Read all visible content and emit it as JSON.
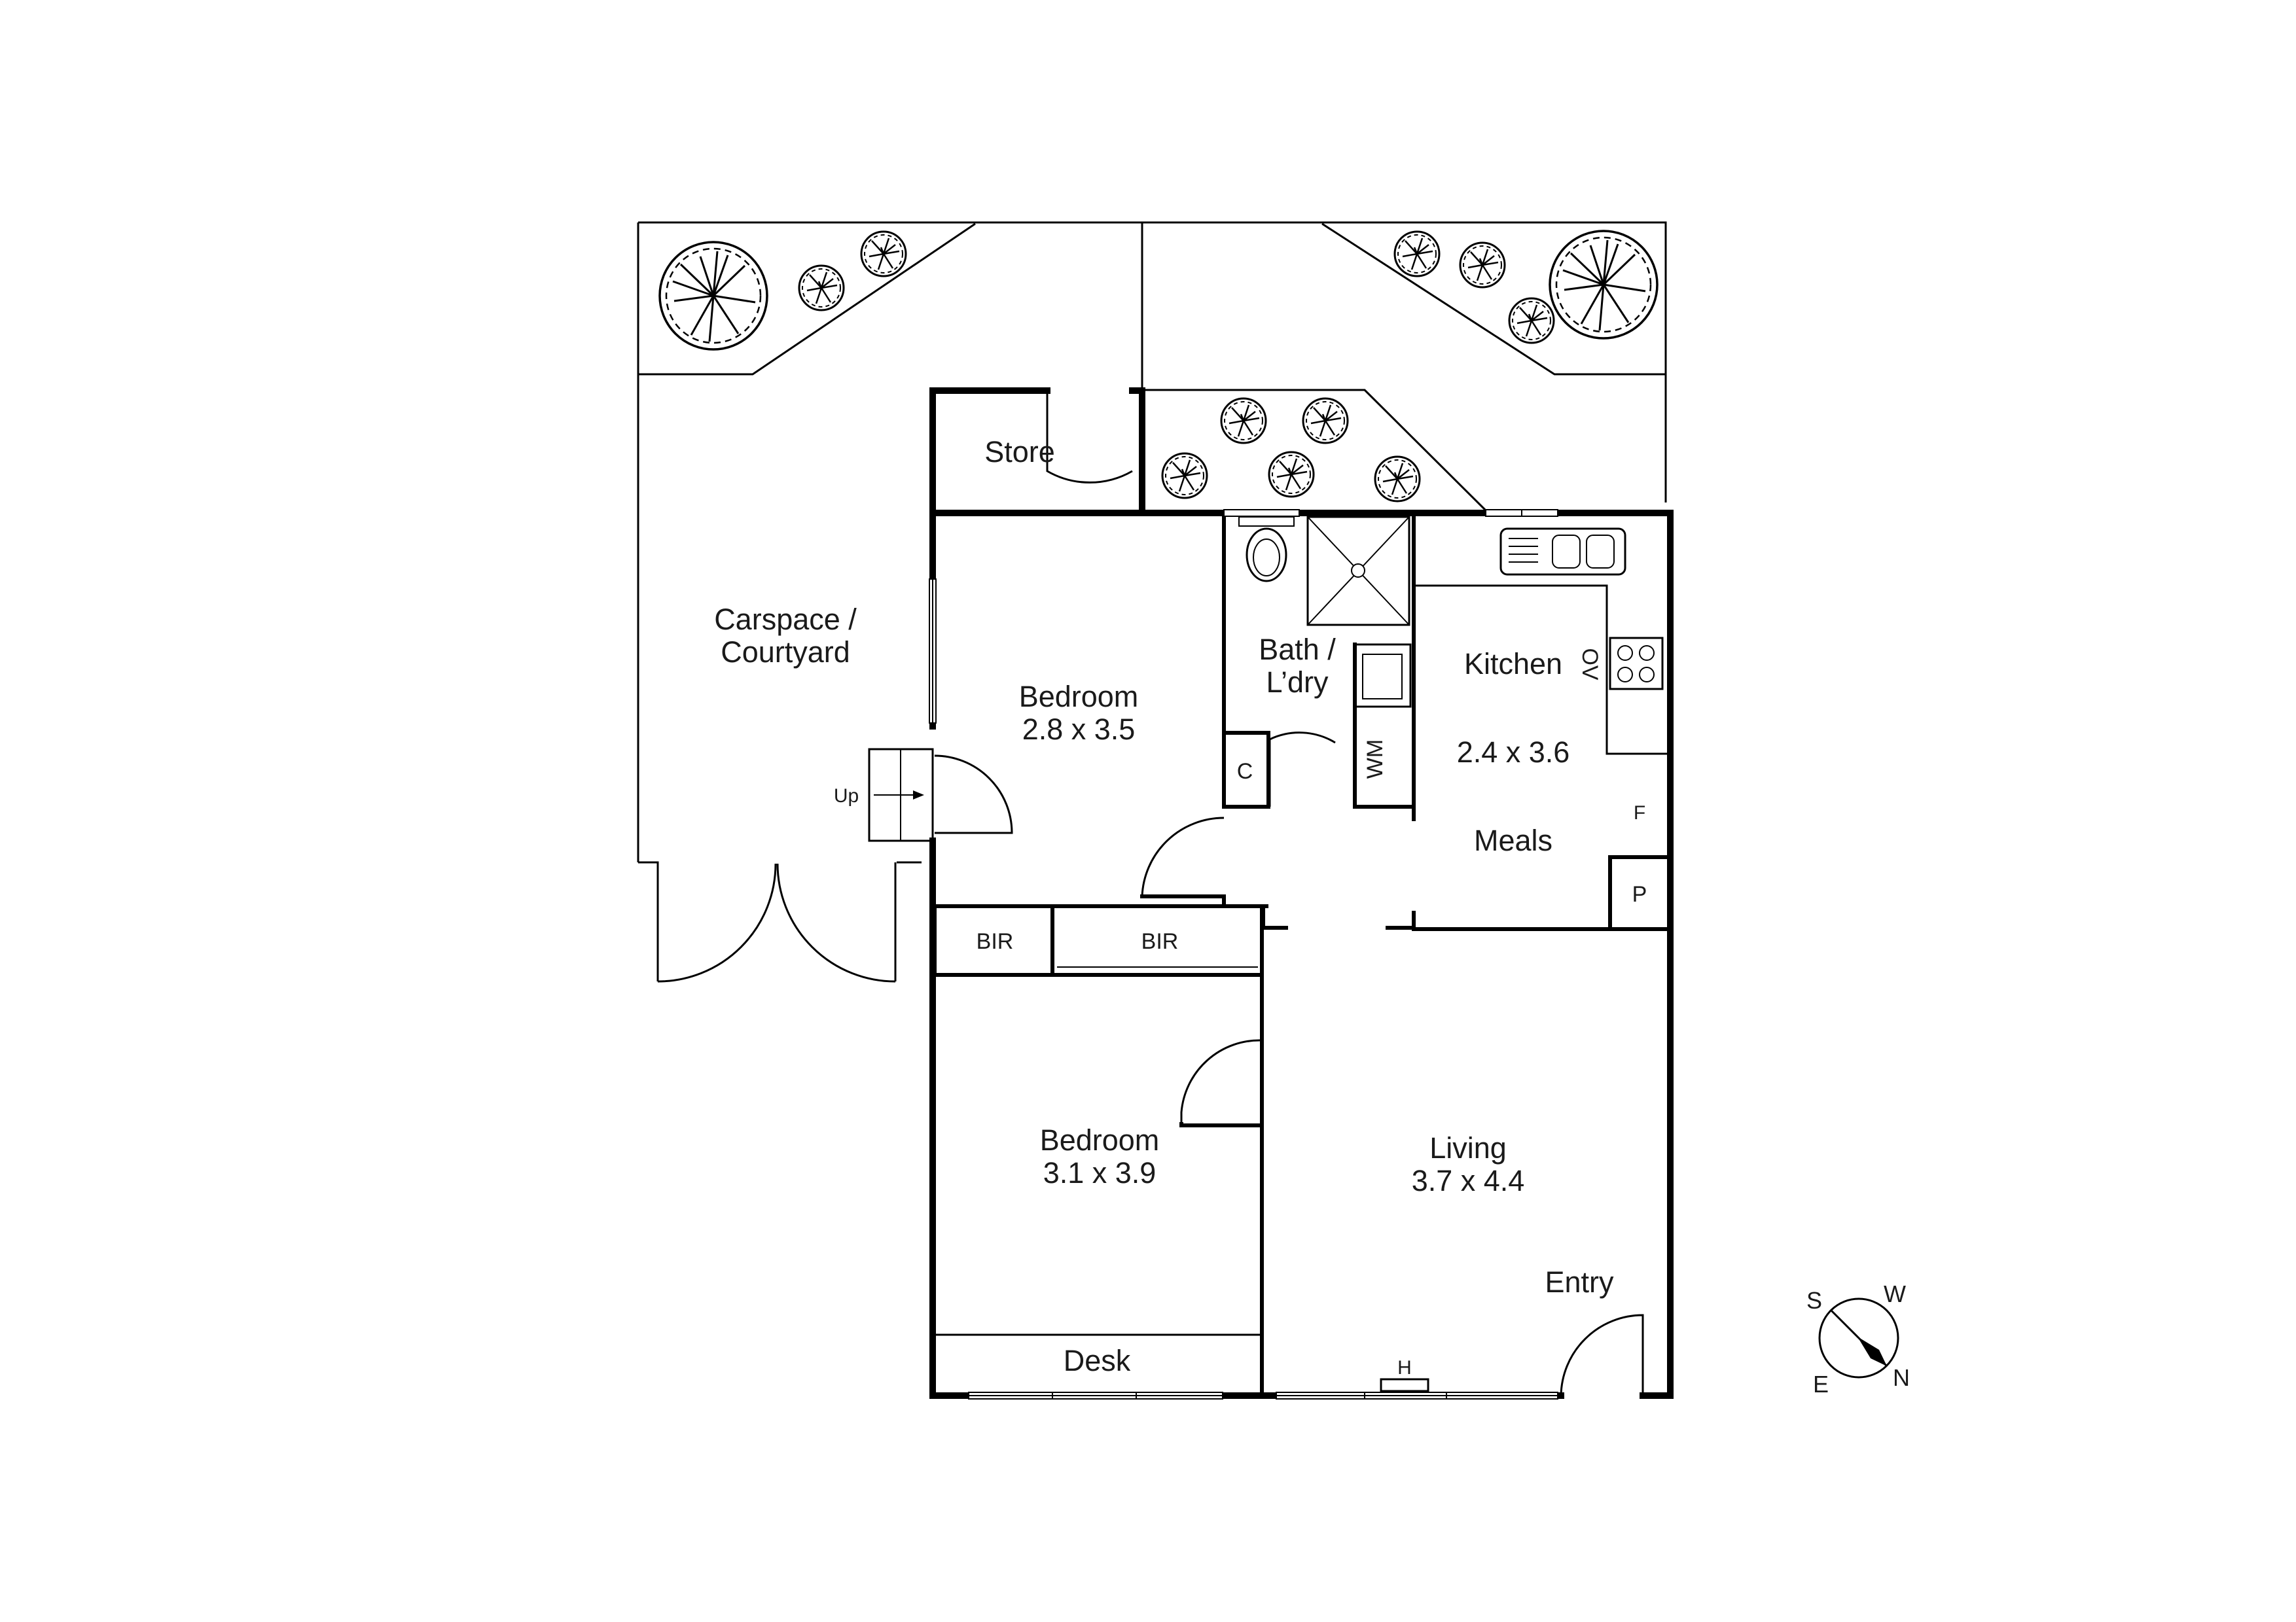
{
  "rooms": {
    "carspace": {
      "line1": "Carspace /",
      "line2": "Courtyard"
    },
    "store": {
      "name": "Store"
    },
    "bedroom1": {
      "name": "Bedroom",
      "size": "2.8 x 3.5"
    },
    "bath": {
      "line1": "Bath /",
      "line2": "L’dry"
    },
    "kitchen": {
      "name": "Kitchen",
      "size": "2.4 x 3.6"
    },
    "meals": {
      "name": "Meals"
    },
    "bedroom2": {
      "name": "Bedroom",
      "size": "3.1 x 3.9"
    },
    "living": {
      "name": "Living",
      "size": "3.7 x 4.4"
    },
    "entry": {
      "name": "Entry"
    }
  },
  "fixtures": {
    "bir1": "BIR",
    "bir2": "BIR",
    "cupboard": "C",
    "washing_machine": "WM",
    "oven": "OV",
    "fridge": "F",
    "pantry": "P",
    "heater": "H",
    "desk": "Desk",
    "stairs": "Up"
  },
  "compass": {
    "s": "S",
    "w": "W",
    "e": "E",
    "n": "N"
  }
}
